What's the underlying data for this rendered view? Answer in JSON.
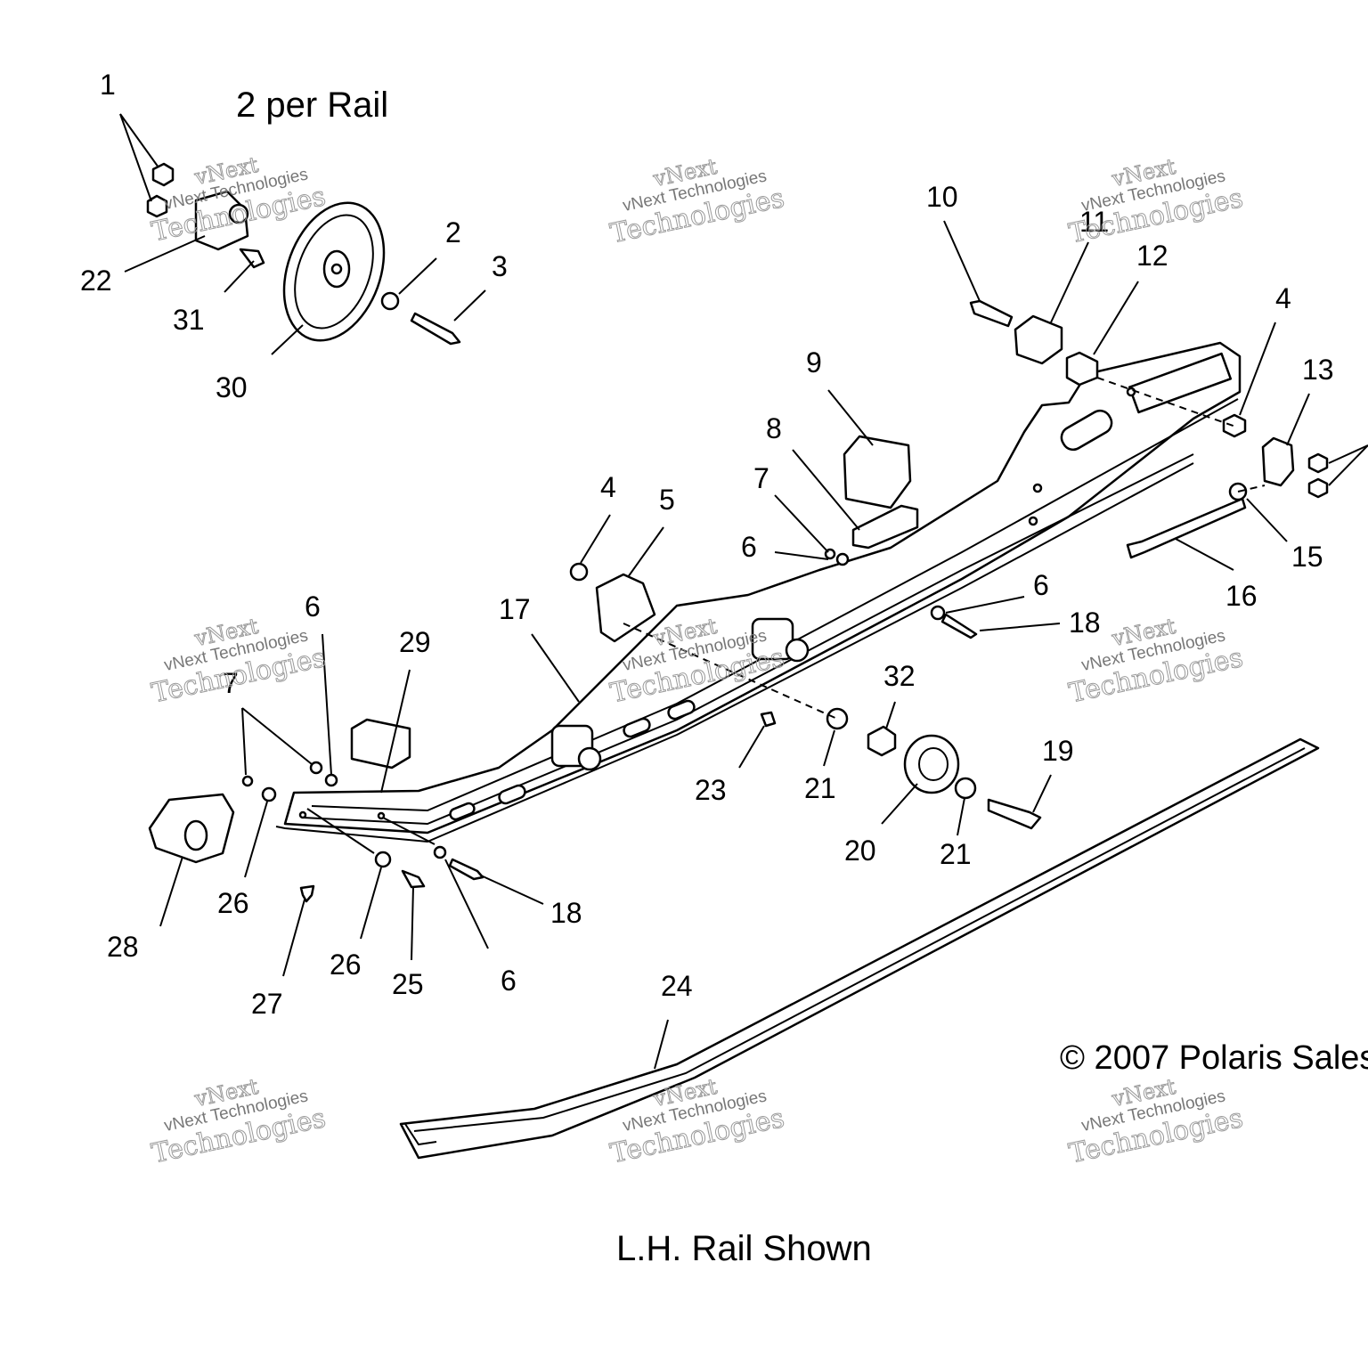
{
  "header": {
    "title": "2 per Rail"
  },
  "footer": {
    "caption": "L.H. Rail Shown",
    "copyright": "© 2007 Polaris Sales"
  },
  "watermark": {
    "top": "vNext Technologies",
    "bottom": "Technologies",
    "logo": "vNext"
  },
  "callouts": [
    "1",
    "2",
    "3",
    "4",
    "5",
    "6",
    "7",
    "8",
    "9",
    "10",
    "11",
    "12",
    "13",
    "15",
    "16",
    "17",
    "18",
    "19",
    "20",
    "21",
    "22",
    "23",
    "24",
    "25",
    "26",
    "27",
    "28",
    "29",
    "30",
    "31",
    "32"
  ]
}
